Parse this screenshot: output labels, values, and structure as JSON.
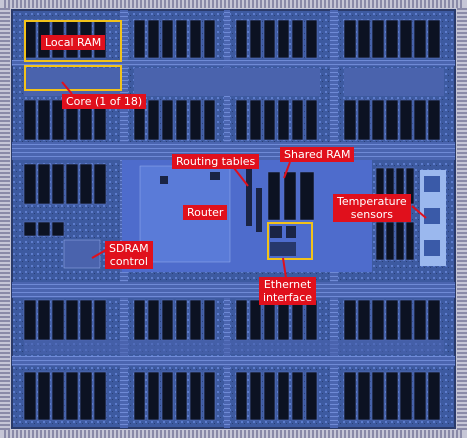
{
  "labels": {
    "local_ram": "Local RAM",
    "core": "Core (1 of 18)",
    "routing_tables": "Routing tables",
    "shared_ram": "Shared RAM",
    "router": "Router",
    "temperature_sensors_line1": "Temperature",
    "temperature_sensors_line2": "sensors",
    "sdram_control_line1": "SDRAM",
    "sdram_control_line2": "control",
    "ethernet_interface_line1": "Ethernet",
    "ethernet_interface_line2": "interface"
  },
  "colors": {
    "label_background": "#e0101c",
    "label_text": "#ffffff",
    "highlight_box": "#f2c21a",
    "die_base": "#3a4f8a",
    "memory_block": "#0e1424",
    "pin_ring": "#b8b8cc"
  }
}
